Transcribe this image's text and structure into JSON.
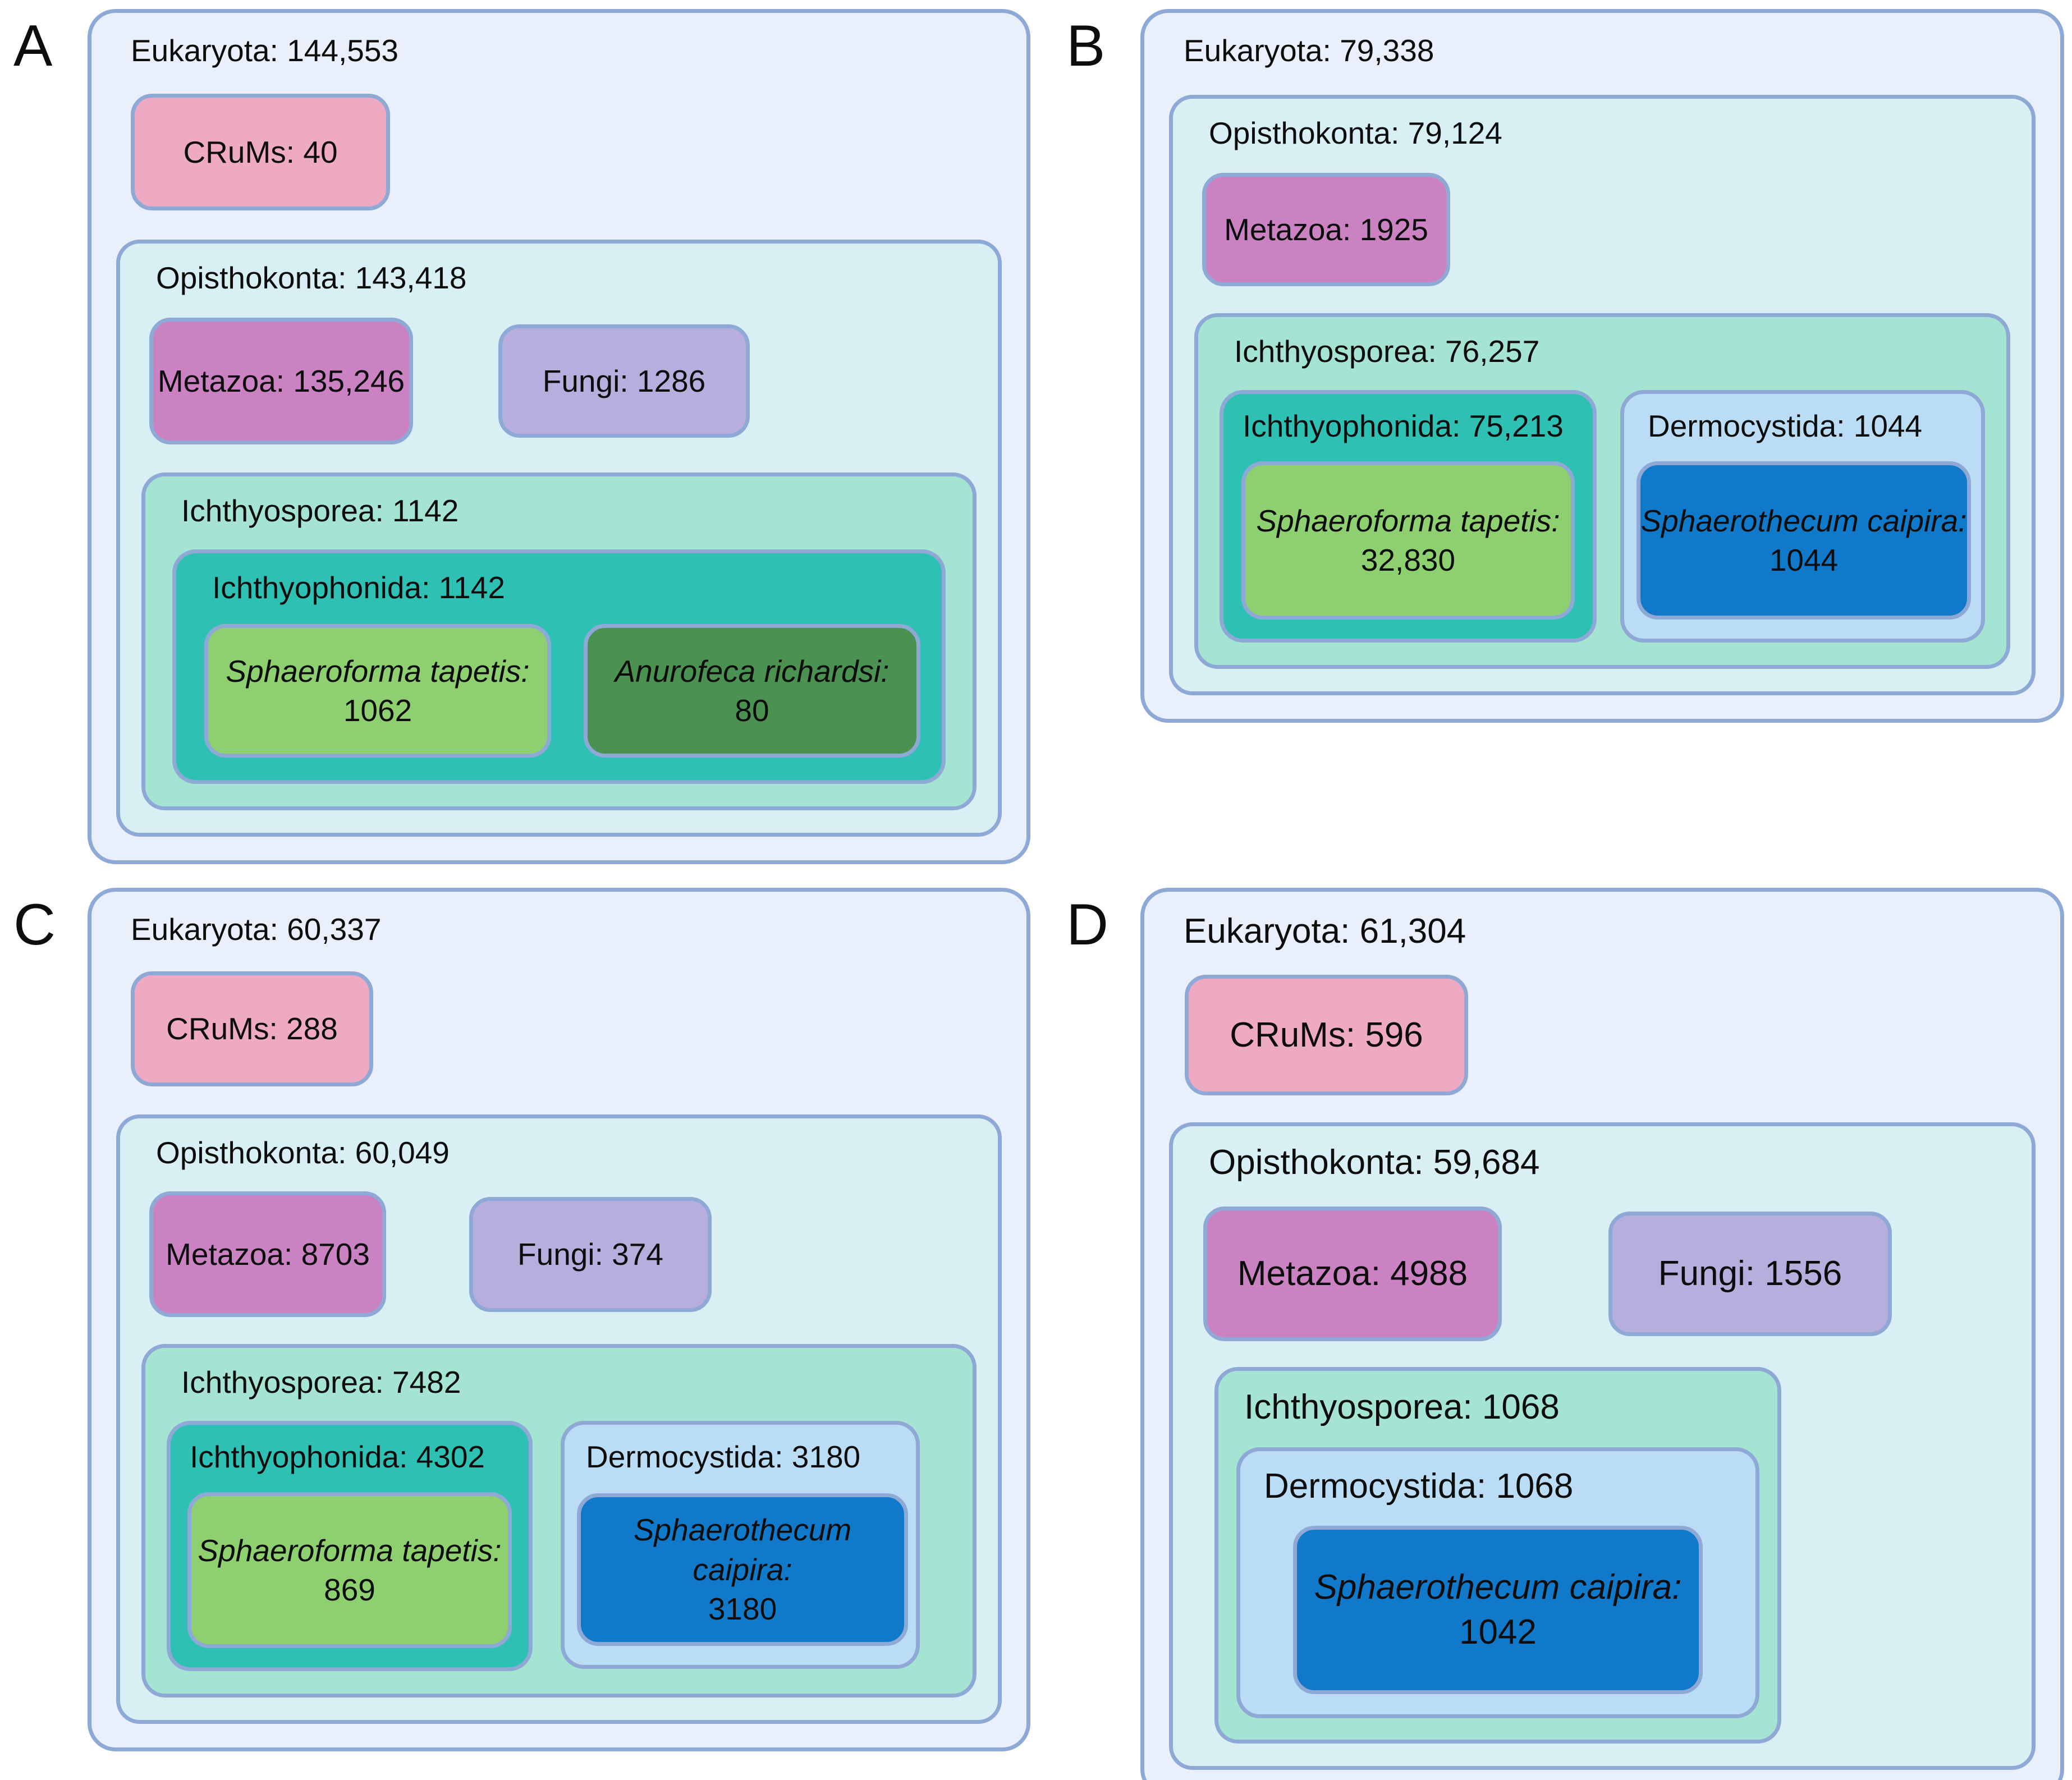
{
  "colors": {
    "border": "#8fa9d7",
    "eukaryota_fill": "#e9effb",
    "opisthokonta_fill": "#d8f0f3",
    "crums_fill": "#efaac3",
    "metazoa_fill": "#cb82c3",
    "fungi_fill": "#b8aedd",
    "ichthyosporea_fill": "#a5e3d3",
    "ichthyophonida_fill": "#2fc0b4",
    "sphaeroforma_fill": "#8ecf70",
    "anurofeca_fill": "#4b9152",
    "dermocystida_fill": "#baddf5",
    "sphaerothecum_fill": "#1179ca"
  },
  "panels": {
    "a": {
      "letter": "A",
      "eukaryota": "Eukaryota: 144,553",
      "crums": "CRuMs: 40",
      "opisthokonta": "Opisthokonta: 143,418",
      "metazoa": "Metazoa: 135,246",
      "fungi": "Fungi: 1286",
      "ichthyosporea": "Ichthyosporea: 1142",
      "ichthyophonida": "Ichthyophonida: 1142",
      "sphaeroforma": {
        "name": "Sphaeroforma tapetis:",
        "value": "1062"
      },
      "anurofeca": {
        "name": "Anurofeca richardsi:",
        "value": "80"
      }
    },
    "b": {
      "letter": "B",
      "eukaryota": "Eukaryota: 79,338",
      "opisthokonta": "Opisthokonta: 79,124",
      "metazoa": "Metazoa: 1925",
      "ichthyosporea": "Ichthyosporea: 76,257",
      "ichthyophonida": "Ichthyophonida: 75,213",
      "sphaeroforma": {
        "name": "Sphaeroforma tapetis:",
        "value": "32,830"
      },
      "dermocystida": "Dermocystida: 1044",
      "sphaerothecum": {
        "name": "Sphaerothecum caipira:",
        "value": "1044"
      }
    },
    "c": {
      "letter": "C",
      "eukaryota": "Eukaryota: 60,337",
      "crums": "CRuMs: 288",
      "opisthokonta": "Opisthokonta: 60,049",
      "metazoa": "Metazoa: 8703",
      "fungi": "Fungi: 374",
      "ichthyosporea": "Ichthyosporea: 7482",
      "ichthyophonida": "Ichthyophonida: 4302",
      "sphaeroforma": {
        "name": "Sphaeroforma tapetis:",
        "value": "869"
      },
      "dermocystida": "Dermocystida: 3180",
      "sphaerothecum": {
        "name": "Sphaerothecum caipira:",
        "value": "3180"
      }
    },
    "d": {
      "letter": "D",
      "eukaryota": "Eukaryota: 61,304",
      "crums": "CRuMs: 596",
      "opisthokonta": "Opisthokonta: 59,684",
      "metazoa": "Metazoa: 4988",
      "fungi": "Fungi: 1556",
      "ichthyosporea": "Ichthyosporea: 1068",
      "dermocystida": "Dermocystida: 1068",
      "sphaerothecum": {
        "name": "Sphaerothecum caipira:",
        "value": "1042"
      }
    }
  }
}
